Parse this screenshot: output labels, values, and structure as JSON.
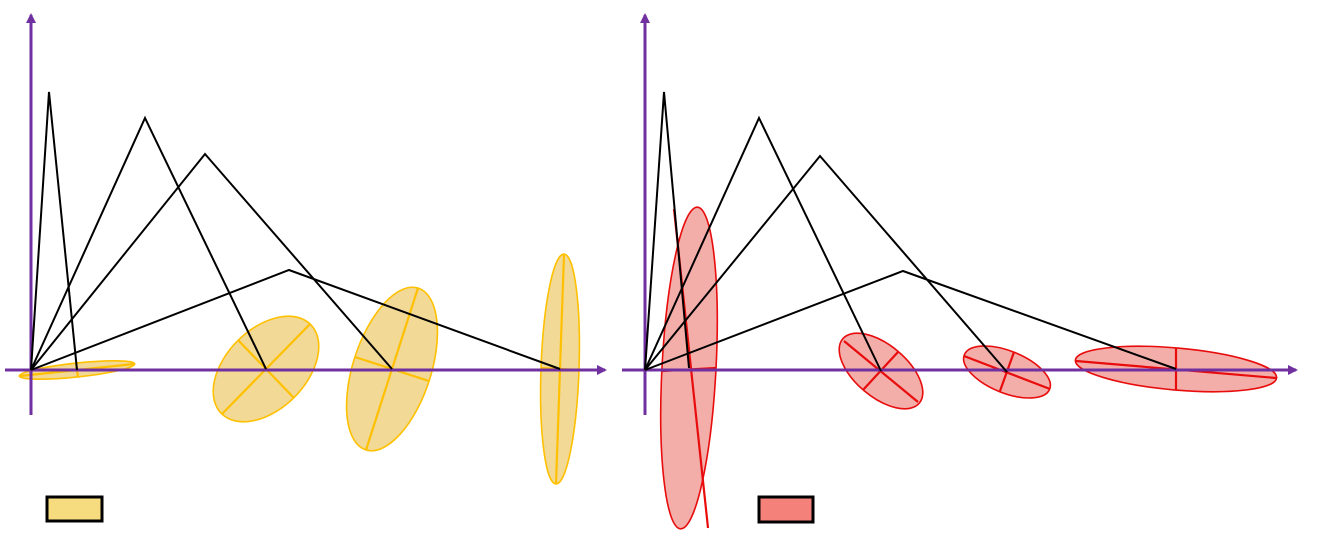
{
  "colors": {
    "axis": "#7030a0",
    "path": "#000000",
    "left_fill": "#f2d996",
    "left_stroke": "#ffc000",
    "right_fill": "#f3aeaa",
    "right_stroke": "#e80c0c",
    "left_legend": "#f7db7f",
    "right_legend": "#f4817a",
    "legend_border": "#000000"
  },
  "panels": [
    {
      "name": "left-panel",
      "ellipse_count": 4,
      "legend": ""
    },
    {
      "name": "right-panel",
      "ellipse_count": 4,
      "legend": ""
    }
  ]
}
